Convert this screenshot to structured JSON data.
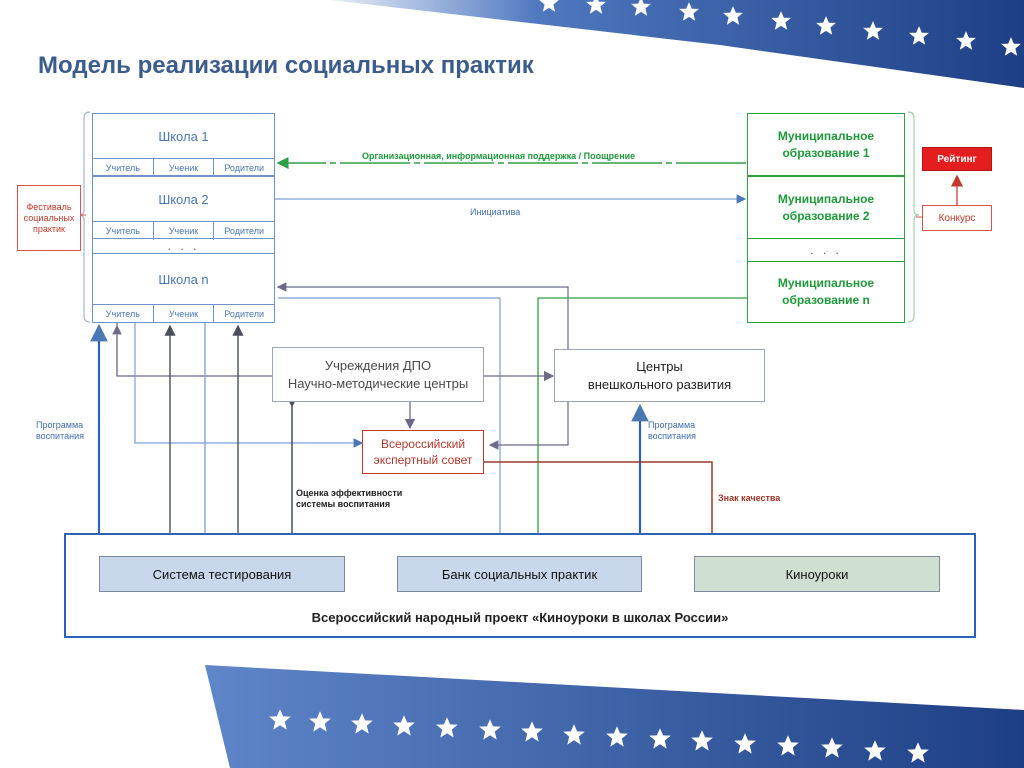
{
  "title": "Модель реализации социальных практик",
  "schools": [
    {
      "name": "Школа 1",
      "roles": [
        "Учитель",
        "Ученик",
        "Родители"
      ]
    },
    {
      "name": "Школа 2",
      "roles": [
        "Учитель",
        "Ученик",
        "Родители"
      ]
    },
    {
      "name": "Школа n",
      "roles": [
        "Учитель",
        "Ученик",
        "Родители"
      ]
    }
  ],
  "ellipsis": ". . .",
  "municipalities": [
    "Муниципальное образование 1",
    "Муниципальное образование 2",
    "Муниципальное образование n"
  ],
  "festival": "Фестиваль социальных практик",
  "rating": "Рейтинг",
  "contest": "Конкурс",
  "labels": {
    "support": "Организационная, информационная поддержка / Поощрение",
    "initiative": "Инициатива",
    "program_left": "Программа воспитания",
    "program_right": "Программа воспитания",
    "evaluation": "Оценка эффективности системы воспитания",
    "quality": "Знак качества"
  },
  "dpo": {
    "line1": "Учреждения ДПО",
    "line2": "Научно-методические центры"
  },
  "centers": {
    "line1": "Центры",
    "line2": "внешкольного развития"
  },
  "council": {
    "line1": "Всероссийский",
    "line2": "экспертный совет"
  },
  "bottom": {
    "testing": "Система тестирования",
    "bank": "Банк социальных практик",
    "kinouroki": "Киноуроки",
    "project": "Всероссийский народный проект «Киноуроки в школах России»"
  },
  "colors": {
    "blue": "#4a78b5",
    "green": "#2ea043",
    "red": "#c0392b",
    "purple": "#6b6a8a",
    "banner": "#2c4f96"
  }
}
